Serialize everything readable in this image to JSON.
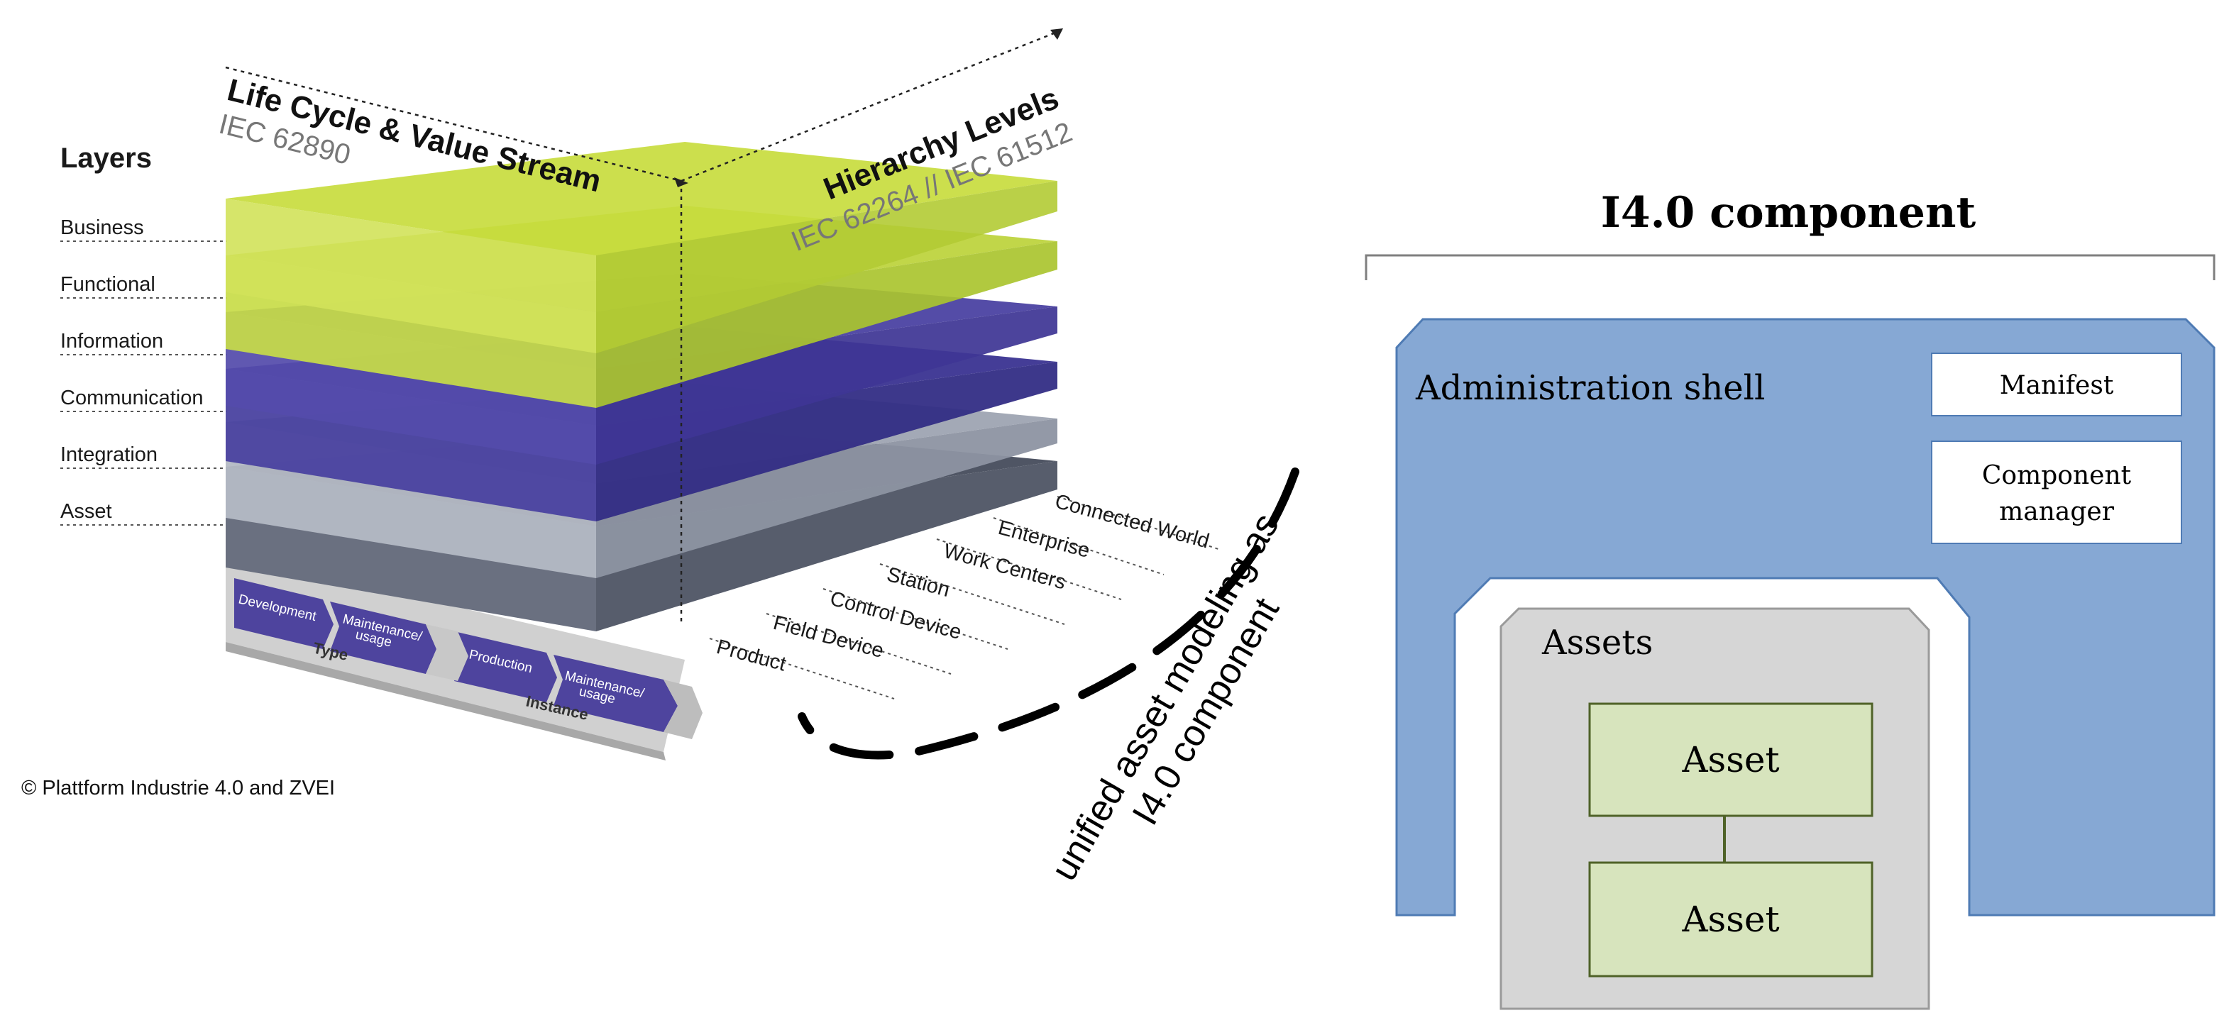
{
  "rami": {
    "layers_title": "Layers",
    "layers": [
      "Business",
      "Functional",
      "Information",
      "Communication",
      "Integration",
      "Asset"
    ],
    "life_cycle_title": "Life Cycle & Value Stream",
    "life_cycle_standard": "IEC 62890",
    "hierarchy_title": "Hierarchy Levels",
    "hierarchy_standard": "IEC 62264 // IEC 61512",
    "hierarchy_levels": [
      "Connected World",
      "Enterprise",
      "Work Centers",
      "Station",
      "Control Device",
      "Field Device",
      "Product"
    ],
    "type_group": {
      "label": "Type",
      "steps": [
        "Development",
        "Maintenance/",
        "usage"
      ]
    },
    "instance_group": {
      "label": "Instance",
      "steps": [
        "Production",
        "Maintenance/",
        "usage"
      ]
    },
    "copyright": "© Plattform Industrie 4.0 and ZVEI"
  },
  "arrow_caption": {
    "line1": "unified asset modeling as",
    "line2": "I4.0 component"
  },
  "component": {
    "title": "I4.0 component",
    "shell_label": "Administration shell",
    "manifest_label": "Manifest",
    "manager_line1": "Component",
    "manager_line2": "manager",
    "assets_label": "Assets",
    "asset_items": [
      "Asset",
      "Asset"
    ]
  },
  "colors": {
    "business_layer": "#c4d83a",
    "functional_layer": "#b6cd3a",
    "information_layer": "#4a3f9e",
    "communication_layer": "#3f3896",
    "integration_layer": "#a9aebb",
    "asset_layer": "#5b6170",
    "shell_fill": "#86a8d4",
    "assets_fill": "#d6d6d6",
    "asset_box_fill": "#d7e4bd",
    "asset_box_border": "#4f6228"
  }
}
